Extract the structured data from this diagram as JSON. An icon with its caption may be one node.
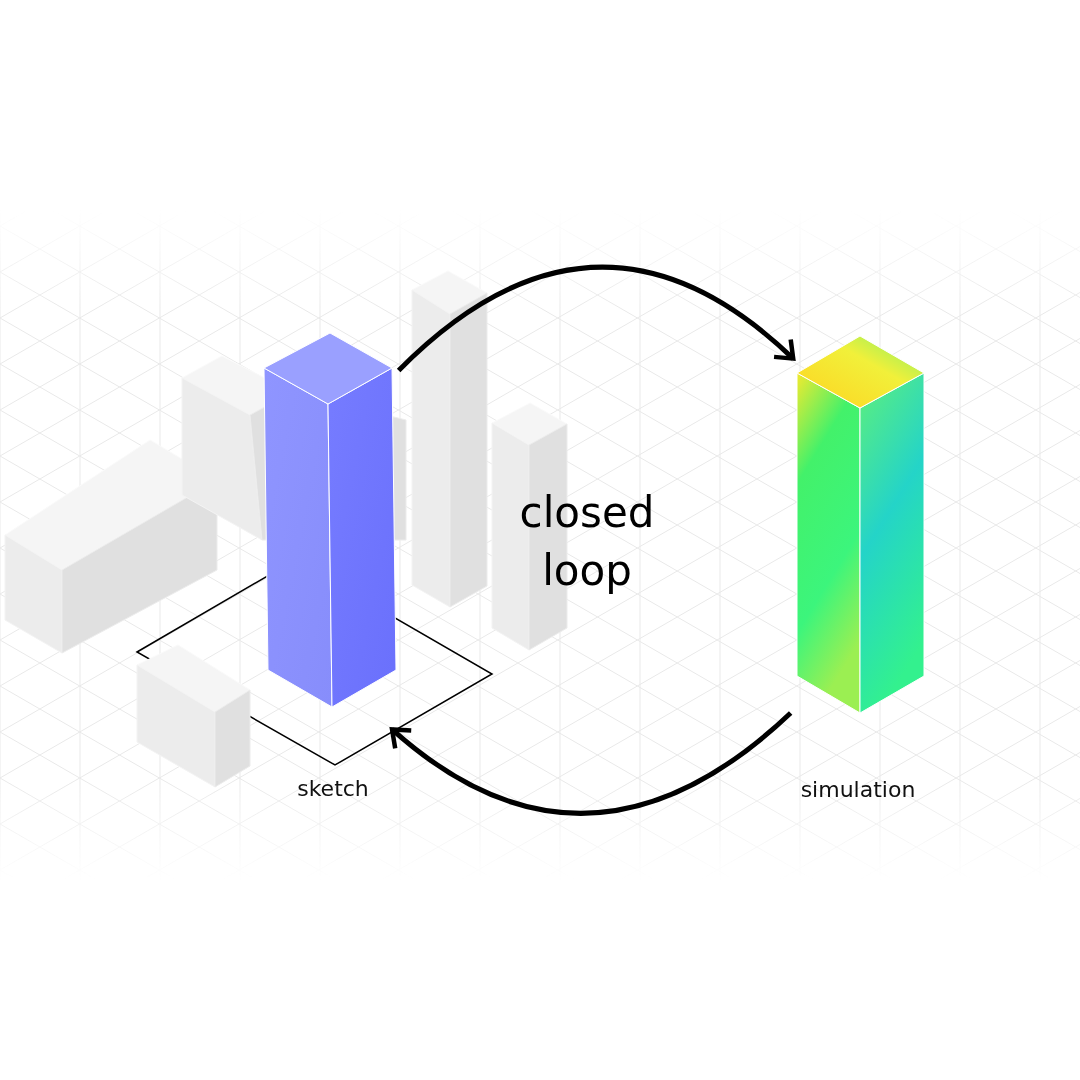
{
  "diagram": {
    "nodes": [
      {
        "text": [],
        "shape": "box",
        "beside": [
          "sketch"
        ]
      },
      {
        "text": [],
        "shape": "box",
        "beside": [
          "simulation"
        ]
      }
    ],
    "edges": [
      {
        "from": 0,
        "to": 1,
        "arrow": "to"
      },
      {
        "from": 1,
        "to": 0,
        "arrow": "to"
      }
    ],
    "labels": [
      "closed loop"
    ]
  }
}
